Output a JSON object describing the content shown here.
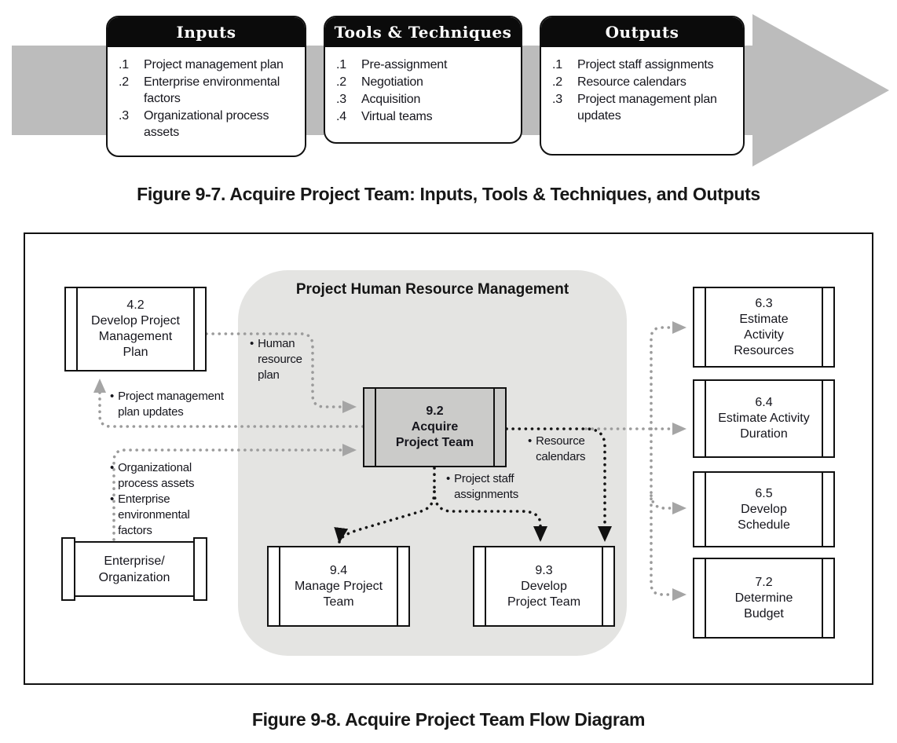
{
  "figure_9_7": {
    "caption": "Figure 9-7. Acquire Project Team: Inputs, Tools & Techniques, and Outputs",
    "columns": [
      {
        "title": "Inputs",
        "items": [
          {
            "num": ".1",
            "text": "Project management plan"
          },
          {
            "num": ".2",
            "text": "Enterprise environmental factors"
          },
          {
            "num": ".3",
            "text": "Organizational process assets"
          }
        ]
      },
      {
        "title": "Tools & Techniques",
        "items": [
          {
            "num": ".1",
            "text": "Pre-assignment"
          },
          {
            "num": ".2",
            "text": "Negotiation"
          },
          {
            "num": ".3",
            "text": "Acquisition"
          },
          {
            "num": ".4",
            "text": "Virtual teams"
          }
        ]
      },
      {
        "title": "Outputs",
        "items": [
          {
            "num": ".1",
            "text": "Project staff assignments"
          },
          {
            "num": ".2",
            "text": "Resource calendars"
          },
          {
            "num": ".3",
            "text": "Project management plan updates"
          }
        ]
      }
    ]
  },
  "figure_9_8": {
    "caption": "Figure 9-8. Acquire Project Team Flow Diagram",
    "group_title": "Project Human Resource Management",
    "nodes": {
      "develop_pm_plan": {
        "id": "4.2",
        "name": "Develop Project\nManagement\nPlan"
      },
      "acquire_project_team": {
        "id": "9.2",
        "name": "Acquire\nProject Team"
      },
      "manage_project_team": {
        "id": "9.4",
        "name": "Manage Project\nTeam"
      },
      "develop_project_team": {
        "id": "9.3",
        "name": "Develop\nProject Team"
      },
      "estimate_activity_resources": {
        "id": "6.3",
        "name": "Estimate\nActivity\nResources"
      },
      "estimate_activity_duration": {
        "id": "6.4",
        "name": "Estimate Activity\nDuration"
      },
      "develop_schedule": {
        "id": "6.5",
        "name": "Develop\nSchedule"
      },
      "determine_budget": {
        "id": "7.2",
        "name": "Determine\nBudget"
      },
      "enterprise_organization": {
        "name": "Enterprise/\nOrganization"
      }
    },
    "edge_labels": {
      "human_resource_plan": "Human\nresource\nplan",
      "pm_plan_updates": "Project management\nplan updates",
      "org_process_assets": "Organizational\nprocess assets",
      "enterprise_env_factors": "Enterprise\nenvironmental\nfactors",
      "resource_calendars": "Resource\ncalendars",
      "project_staff_assignments": "Project staff\nassignments"
    },
    "colors": {
      "group_background": "#e4e4e2",
      "highlight_node_background": "#cbcbc9",
      "big_arrow_gray": "#bcbcbc",
      "dotted_gray": "#9b9b9b",
      "dotted_black": "#151515",
      "header_black": "#0b0b0b"
    }
  }
}
